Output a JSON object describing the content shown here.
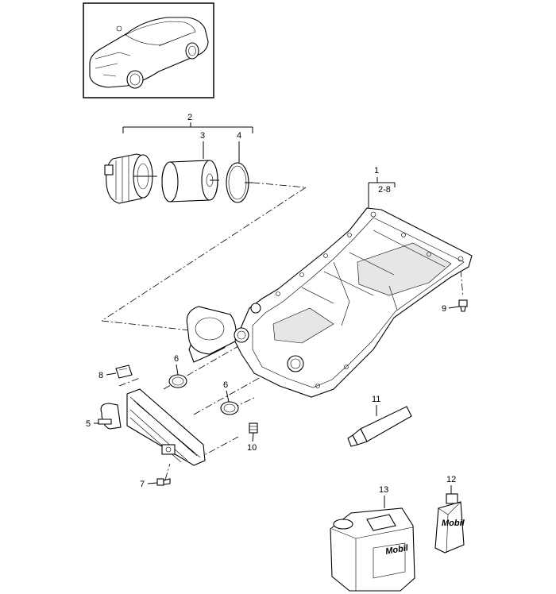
{
  "callouts": {
    "c1": "1",
    "c1_range": "2-8",
    "c2": "2",
    "c3": "3",
    "c4": "4",
    "c5": "5",
    "c6a": "6",
    "c6b": "6",
    "c7": "7",
    "c8": "8",
    "c9": "9",
    "c10": "10",
    "c11": "11",
    "c12": "12",
    "c13": "13"
  },
  "brand": {
    "canister": "Mobil",
    "bottle": "Mobil"
  }
}
